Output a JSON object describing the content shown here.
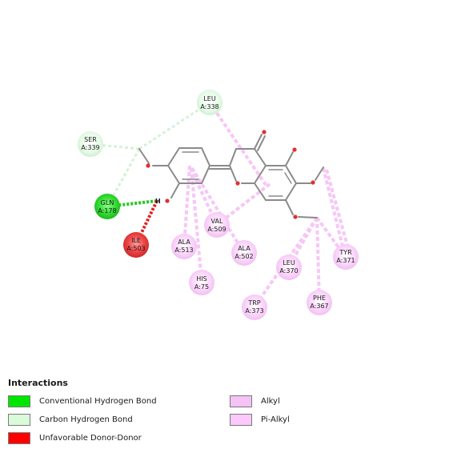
{
  "residues": {
    "leu338": {
      "name": "LEU",
      "id": "A:338",
      "type": "carbon_hbond"
    },
    "ser339": {
      "name": "SER",
      "id": "A:339",
      "type": "carbon_hbond"
    },
    "gln178": {
      "name": "GLN",
      "id": "A:178",
      "type": "conventional_hbond"
    },
    "ile503": {
      "name": "ILE",
      "id": "A:503",
      "type": "unfavorable_donor_donor"
    },
    "ala513": {
      "name": "ALA",
      "id": "A:513",
      "type": "pi_alkyl"
    },
    "val509": {
      "name": "VAL",
      "id": "A:509",
      "type": "pi_alkyl"
    },
    "ala502": {
      "name": "ALA",
      "id": "A:502",
      "type": "pi_alkyl"
    },
    "his75": {
      "name": "HIS",
      "id": "A:75",
      "type": "pi_alkyl"
    },
    "leu370": {
      "name": "LEU",
      "id": "A:370",
      "type": "alkyl"
    },
    "tyr371": {
      "name": "TYR",
      "id": "A:371",
      "type": "alkyl"
    },
    "trp373": {
      "name": "TRP",
      "id": "A:373",
      "type": "alkyl"
    },
    "phe367": {
      "name": "PHE",
      "id": "A:367",
      "type": "alkyl"
    }
  },
  "atom_labels": {
    "h": "H"
  },
  "legend": {
    "title": "Interactions",
    "items": [
      {
        "label": "Conventional Hydrogen Bond",
        "color": "#00e600"
      },
      {
        "label": "Carbon Hydrogen Bond",
        "color": "#d9fbd9"
      },
      {
        "label": "Unfavorable Donor-Donor",
        "color": "#ff0000"
      },
      {
        "label": "Alkyl",
        "color": "#f4c2f4"
      },
      {
        "label": "Pi-Alkyl",
        "color": "#fcc9fc"
      }
    ]
  },
  "colors": {
    "conventional_hbond": "#22cc22",
    "carbon_hbond": "#d9f7dc",
    "unfavorable": "#e02020",
    "alkyl": "#f6c7f6",
    "pi_alkyl": "#f9cbf9",
    "bond_gray": "#8a8a8a",
    "oxygen_red": "#e03030"
  }
}
